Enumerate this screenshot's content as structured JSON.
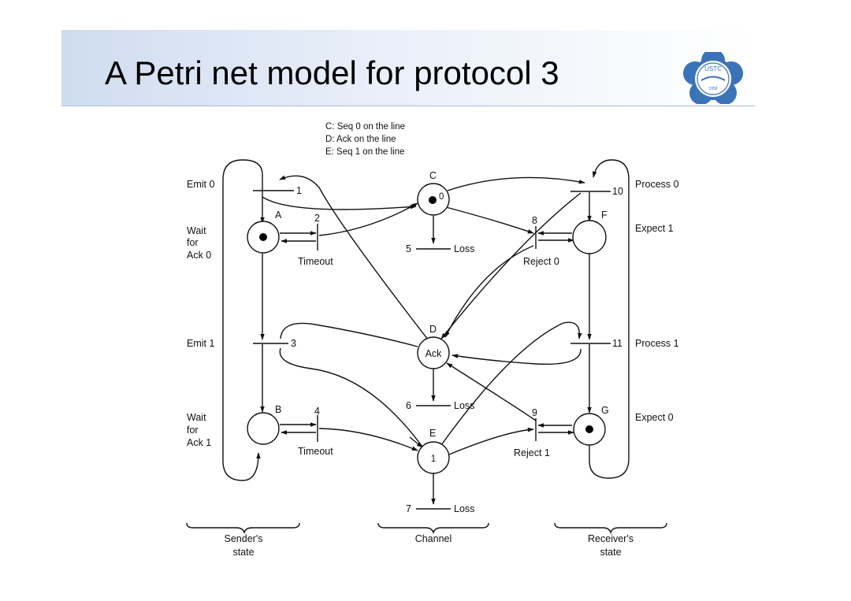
{
  "title": "A Petri net model for protocol 3",
  "logo": {
    "text": "USTC",
    "year": "1958",
    "icon": "university-seal-icon"
  },
  "diagram": {
    "legend": [
      "C: Seq 0 on the line",
      "D: Ack on the line",
      "E: Seq 1 on the line"
    ],
    "places": {
      "A": {
        "label": "A",
        "token": ""
      },
      "B": {
        "label": "B",
        "token": ""
      },
      "C": {
        "label": "C",
        "token": "0"
      },
      "D": {
        "label": "D",
        "token": "Ack"
      },
      "E": {
        "label": "E",
        "token": "1"
      },
      "F": {
        "label": "F",
        "token": ""
      },
      "G": {
        "label": "G",
        "token": ""
      }
    },
    "transitions": {
      "t1": "1",
      "t2": "2",
      "t3": "3",
      "t4": "4",
      "t5": "5",
      "t6": "6",
      "t7": "7",
      "t8": "8",
      "t9": "9",
      "t10": "10",
      "t11": "11"
    },
    "transition_labels": {
      "timeout_top": "Timeout",
      "timeout_bottom": "Timeout",
      "loss_5": "Loss",
      "loss_6": "Loss",
      "loss_7": "Loss",
      "reject0": "Reject 0",
      "reject1": "Reject 1"
    },
    "sender_labels": {
      "emit0": "Emit 0",
      "wait_ack0": [
        "Wait",
        "for",
        "Ack 0"
      ],
      "emit1": "Emit 1",
      "wait_ack1": [
        "Wait",
        "for",
        "Ack 1"
      ]
    },
    "receiver_labels": {
      "process0": "Process 0",
      "expect1": "Expect 1",
      "process1": "Process 1",
      "expect0": "Expect 0"
    },
    "groups": {
      "sender": [
        "Sender's",
        "state"
      ],
      "channel": "Channel",
      "receiver": [
        "Receiver's",
        "state"
      ]
    }
  }
}
